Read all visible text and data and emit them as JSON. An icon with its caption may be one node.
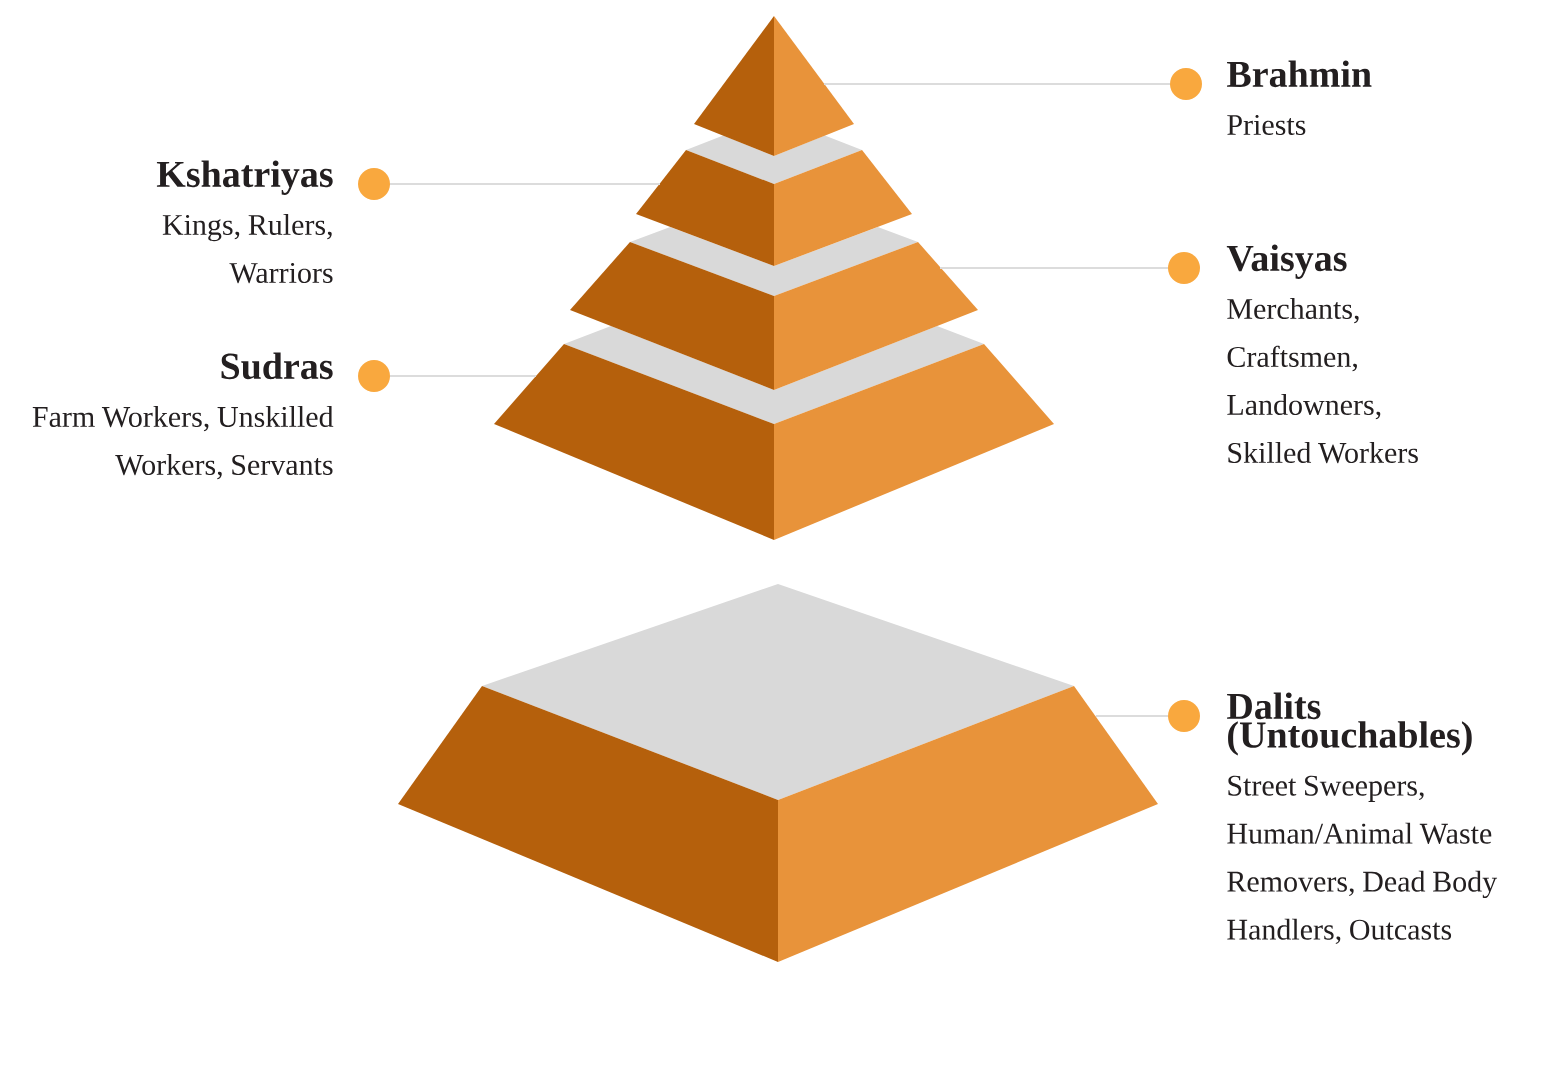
{
  "diagram": {
    "nodes": [
      {
        "text": [
          "Brahmin",
          "Priests"
        ]
      },
      {
        "text": [
          "Kshatriyas",
          "Kings, Rulers, Warriors"
        ]
      },
      {
        "text": [
          "Vaisyas",
          "Merchants, Craftsmen, Landowners, Skilled Workers"
        ]
      },
      {
        "text": [
          "Sudras",
          "Farm Workers, Unskilled Workers, Servants"
        ]
      },
      {
        "text": [
          "Dalits (Untouchables)",
          "Street Sweepers, Human/Animal Waste Removers, Dead Body Handlers, Outcasts"
        ]
      },
      {
        "text": [],
        "shape": "triangle"
      },
      {
        "text": [],
        "shape": "trapezoid"
      },
      {
        "text": [],
        "shape": "trapezoid"
      },
      {
        "text": [],
        "shape": "trapezoid"
      },
      {
        "text": [],
        "shape": "trapezoid"
      }
    ],
    "edges": [
      {
        "from": 0,
        "to": 5,
        "arrow": "none"
      },
      {
        "from": 1,
        "to": 6,
        "arrow": "none"
      },
      {
        "from": 2,
        "to": 7,
        "arrow": "none"
      },
      {
        "from": 3,
        "to": 8,
        "arrow": "none"
      },
      {
        "from": 4,
        "to": 9,
        "arrow": "none"
      }
    ]
  }
}
